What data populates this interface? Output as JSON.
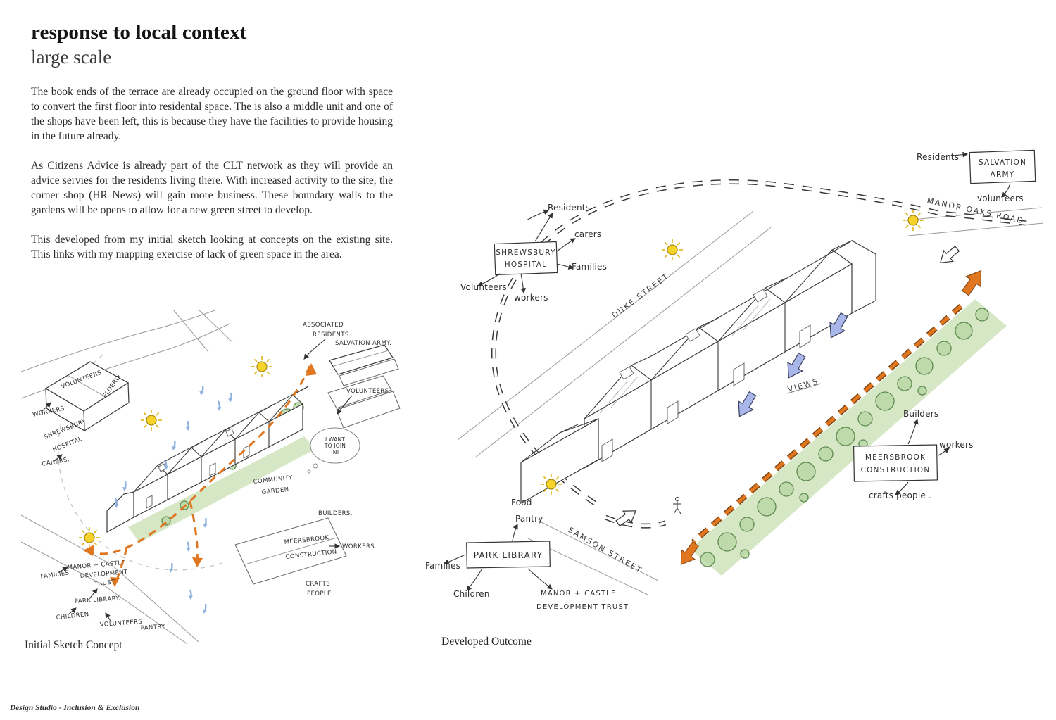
{
  "page": {
    "title_bold": "response to local context",
    "title_light": "large scale",
    "paragraphs": [
      "The book ends of the terrace are already occupied on the ground floor with space to convert the first floor into residental space. The is also a middle unit and one of the shops have been left, this is because they have the facilities to provide housing in the future already.",
      "As Citizens Advice is already part of the CLT network as they will provide an advice servies for the residents living there. With increased activity to the site, the corner shop (HR News) will gain more business. These boundary walls to the gardens will be opens to allow for a new green street to develop.",
      "This developed from my initial sketch looking at concepts on the existing site.  This links with my mapping exercise of lack of green space in the area."
    ],
    "footer": "Design Studio - Inclusion & Exclusion"
  },
  "colors": {
    "accent_orange": "#e0761f",
    "green_strip": "#cfe3bb",
    "sun_yellow": "#f6d32b",
    "view_blue": "#a9b6ea"
  },
  "left": {
    "caption": "Initial Sketch Concept",
    "labels": {
      "workers": "WORKERS",
      "shrewsbury": "SHREWSBURY",
      "hospital": "HOSPITAL",
      "carers": "CARERS.",
      "volunteers_roof": "VOLUNTEERS",
      "elderly": "ELDERLY",
      "associated": "ASSOCIATED",
      "residents": "RESIDENTS.",
      "salvation_army": "SALVATION ARMY.",
      "volunteers_right": "VOLUNTEERS",
      "bubble_1": "I WANT",
      "bubble_2": "TO JOIN",
      "bubble_3": "IN!",
      "community": "COMMUNITY",
      "garden": "GARDEN",
      "builders": "BUILDERS.",
      "meersbrook": "MEERSBROOK",
      "construction": "CONSTRUCTION",
      "workers_right": "WORKERS.",
      "crafts": "CRAFTS",
      "people": "PEOPLE",
      "manor_castle": "MANOR + CASTLE",
      "development": "DEVELOPMENT",
      "trust": "TRUST.",
      "families": "FAMILIES",
      "park_library": "PARK LIBRARY.",
      "children": "CHILDREN",
      "volunteers_bottom": "VOLUNTEERS",
      "pantry": "PANTRY."
    }
  },
  "right": {
    "caption": "Developed Outcome",
    "labels": {
      "residents_top": "Residents",
      "salvation_1": "SALVATION",
      "salvation_2": "ARMY",
      "volunteers_top": "volunteers",
      "manor_oaks_road": "MANOR OAKS ROAD",
      "residents_left": "Residents",
      "carers": "carers",
      "families_left": "Families",
      "shrewsbury_1": "SHREWSBURY",
      "shrewsbury_2": "HOSPITAL",
      "volunteers_left": "Volunteers",
      "workers_left": "workers",
      "duke_street": "DUKE STREET",
      "views": "VIEWS",
      "builders": "Builders",
      "meersbrook_1": "MEERSBROOK",
      "meersbrook_2": "CONSTRUCTION",
      "workers_right": "workers",
      "crafts_people": "crafts people .",
      "food": "Food",
      "pantry": "Pantry",
      "park_library": "PARK LIBRARY",
      "families_bottom": "Families",
      "children": "Children",
      "samson_street": "SAMSON STREET",
      "manor_castle_1": "MANOR + CASTLE",
      "manor_castle_2": "DEVELOPMENT TRUST."
    }
  }
}
